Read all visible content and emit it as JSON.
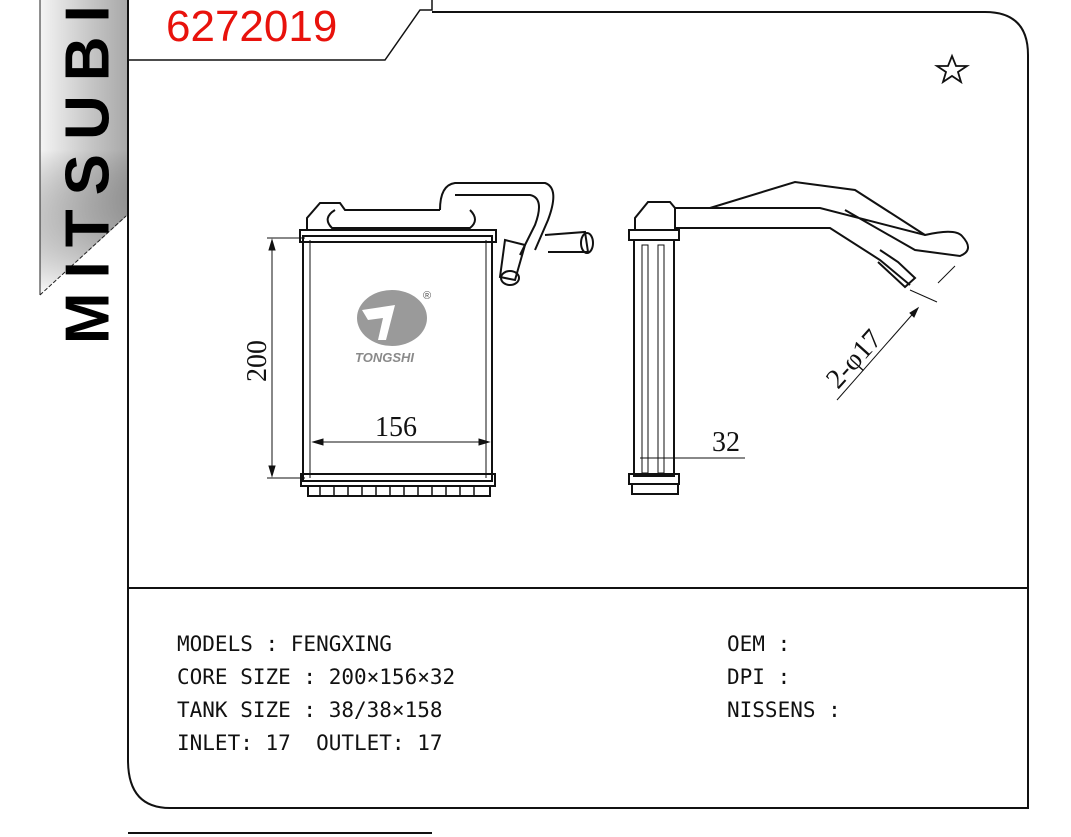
{
  "header": {
    "brand": "MITSUBISHI",
    "part_number": "6272019"
  },
  "drawing": {
    "dim_height": "200",
    "dim_width": "156",
    "dim_depth": "32",
    "dim_pipe": "2-φ17",
    "logo_text": "TONGSHI",
    "registered_mark": "®"
  },
  "specs": {
    "models": "MODELS : FENGXING",
    "core_size": "CORE SIZE : 200×156×32",
    "tank_size": "TANK SIZE : 38/38×158",
    "inlet_outlet": "INLET: 17  OUTLET: 17",
    "oem": "OEM :",
    "dpi": "DPI :",
    "nissens": "NISSENS :"
  },
  "colors": {
    "part_number": "#e8120c",
    "brand_strip": "#b9b9b9"
  }
}
